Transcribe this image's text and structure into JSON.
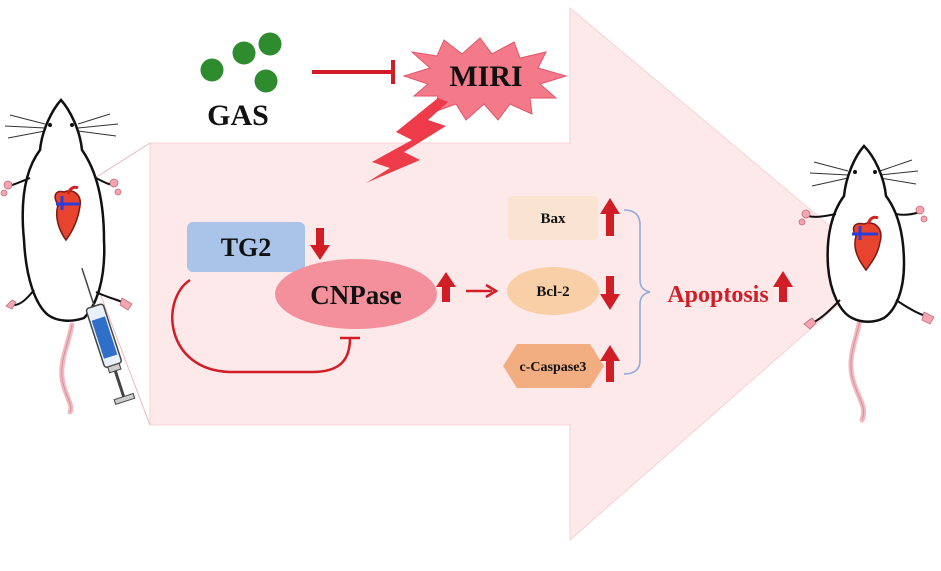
{
  "labels": {
    "gas": "GAS",
    "miri": "MIRI",
    "tg2": "TG2",
    "cnpase": "CNPase",
    "bax": "Bax",
    "bcl2": "Bcl-2",
    "caspase3": "c-Caspase3",
    "apoptosis": "Apoptosis"
  },
  "colors": {
    "arrow_fill": "#fde8ea",
    "red": "#e01f26",
    "dark_red": "#c00000",
    "gas_dot": "#2e8b2e",
    "tg2_box": "#a9c4e8",
    "cnpase_ellipse": "#f4909c",
    "bax_box": "#fbe3d2",
    "bcl2_ellipse": "#f9cfa8",
    "caspase_hex": "#f2ad80",
    "bracket": "#8ea9db",
    "mouse_tail": "#f4b8c0",
    "heart": "#e8432e"
  },
  "indicators": {
    "tg2": "down",
    "cnpase": "up",
    "bax": "up",
    "bcl2": "down",
    "caspase3": "up",
    "apoptosis": "up"
  }
}
